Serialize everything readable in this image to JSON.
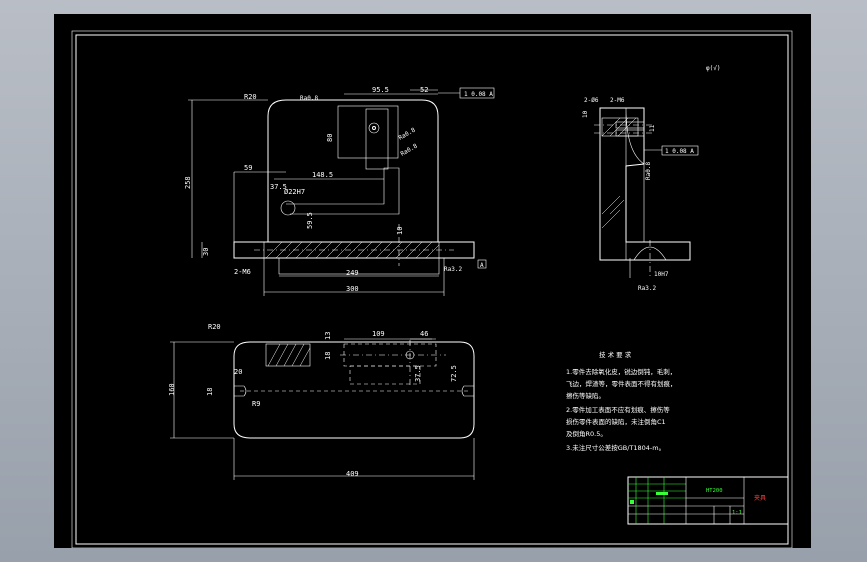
{
  "drawing": {
    "corner_note": "φ(√)",
    "front_view": {
      "r20": "R20",
      "ra08": "Ra0.8",
      "d95_5": "95.5",
      "d52": "52",
      "d80": "80",
      "d258": "258",
      "d59": "59",
      "d148_5": "148.5",
      "d37_5": "37.5",
      "d22h7": "Ø22H7",
      "d59_5": "59.5",
      "d30": "30",
      "d10": "10",
      "d249": "249",
      "d300": "300",
      "m6": "2-M6",
      "ra32": "Ra3.2",
      "tol1": "1 0.08 A",
      "datum_a": "A",
      "ra_side1": "Ra0.8",
      "ra_side2": "Ra0.8"
    },
    "side_view": {
      "phi6": "2-Ø6",
      "m6": "2-M6",
      "d10": "10",
      "d11": "11",
      "tol": "1 0.08 A",
      "ra": "Ra0.8",
      "h7": "10H7",
      "ra32": "Ra3.2"
    },
    "top_view": {
      "r20": "R20",
      "d109": "109",
      "d46": "46",
      "d13": "13",
      "d18": "18",
      "d20": "20",
      "d160": "160",
      "d37_5": "37.5",
      "d72_5": "72.5",
      "d18b": "18",
      "r9": "R9",
      "d409": "409"
    },
    "notes": {
      "title": "技 术 要 求",
      "lines": [
        "1.零件去除氧化皮，锐边倒钝，毛刺，",
        "  飞边，焊渣等，零件表面不得有划痕，",
        "  擦伤等缺陷。",
        "2.零件加工表面不应有划痕、擦伤等",
        "  损伤零件表面的缺陷，未注倒角C1",
        "  及倒角R0.5。",
        "3.未注尺寸公差按GB/T1804-m。"
      ]
    },
    "title_block": {
      "material": "HT200",
      "name": "夹具",
      "ratio": "1:1"
    }
  }
}
